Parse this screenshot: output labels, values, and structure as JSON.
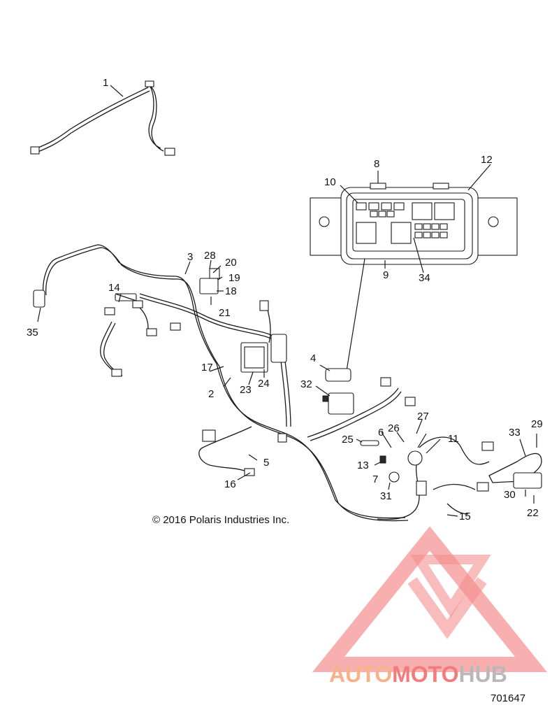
{
  "copyright": "© 2016 Polaris Industries Inc.",
  "figure_number": "701647",
  "watermark": {
    "part1": "AUTO",
    "part2": "MOTO",
    "part3": "HUB"
  },
  "callouts": {
    "c1": "1",
    "c2": "2",
    "c3": "3",
    "c4": "4",
    "c5": "5",
    "c6": "6",
    "c7": "7",
    "c8": "8",
    "c9": "9",
    "c10": "10",
    "c11": "11",
    "c12": "12",
    "c13": "13",
    "c14": "14",
    "c15": "15",
    "c16": "16",
    "c17": "17",
    "c18": "18",
    "c19": "19",
    "c20": "20",
    "c21": "21",
    "c22": "22",
    "c23": "23",
    "c24": "24",
    "c25": "25",
    "c26": "26",
    "c27": "27",
    "c28": "28",
    "c29": "29",
    "c30": "30",
    "c31": "31",
    "c32": "32",
    "c33": "33",
    "c34": "34",
    "c35": "35"
  },
  "colors": {
    "watermark_orange": "#f7b28a",
    "watermark_red": "#f47b7b",
    "watermark_gray": "#b8b8b8"
  }
}
